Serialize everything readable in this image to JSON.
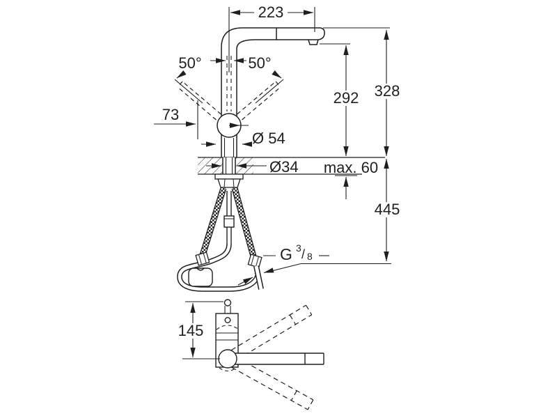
{
  "drawing_title": "faucet-dimension-drawing",
  "colors": {
    "line": "#1f1f1f",
    "background": "#ffffff"
  },
  "side_view": {
    "width_223": "223",
    "angle_left": "50°",
    "angle_right": "50°",
    "offset_73": "73",
    "height_292": "292",
    "height_328": "328",
    "ball_diameter": "Ø 54",
    "hole_diameter": "Ø34",
    "counter_max": "max. 60",
    "hose_drop_445": "445",
    "thread": {
      "g": "G",
      "numerator": "3",
      "slash": "/",
      "denominator": "8"
    }
  },
  "plan_view": {
    "height_145": "145"
  }
}
